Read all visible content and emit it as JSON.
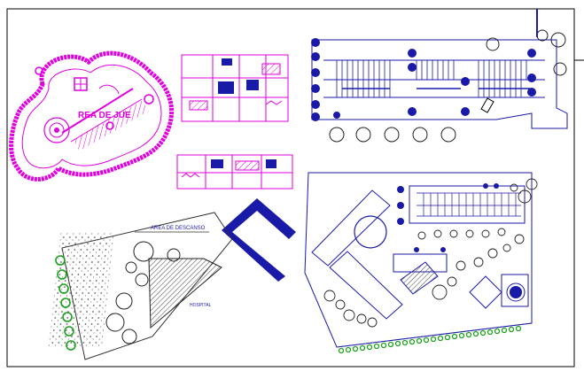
{
  "labels": {
    "play_area": "REA DE JUE",
    "rest_area": "AREA DE DESCANSO",
    "hospital": "HOSPITAL"
  },
  "colors": {
    "frame": "#000000",
    "plan_blue": "#1a1aa8",
    "accent_magenta": "#e000e0",
    "tree_green": "#1aa01a",
    "gray_hatch": "#555555"
  }
}
